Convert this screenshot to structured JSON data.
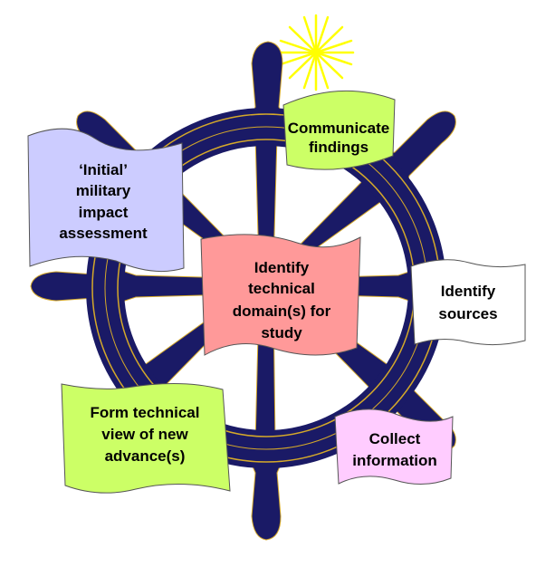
{
  "diagram": {
    "colors": {
      "wheel": "#1a1a66",
      "wheel_line": "#d4a82a",
      "flag_outline": "#555555",
      "star": "#ffff00",
      "star_stroke": "#e6d200"
    },
    "flags": [
      {
        "id": "communicate",
        "lines": [
          "Communicate",
          "findings"
        ],
        "color": "#ccff66"
      },
      {
        "id": "impact",
        "lines": [
          "‘Initial’",
          "military",
          "impact",
          "assessment"
        ],
        "color": "#ccccff"
      },
      {
        "id": "domain",
        "lines": [
          "Identify",
          "technical",
          "domain(s) for",
          "study"
        ],
        "color": "#ff9999"
      },
      {
        "id": "sources",
        "lines": [
          "Identify",
          "sources"
        ],
        "color": "#ffffff"
      },
      {
        "id": "technical-view",
        "lines": [
          "Form technical",
          "view of new",
          "advance(s)"
        ],
        "color": "#ccff66"
      },
      {
        "id": "collect",
        "lines": [
          "Collect",
          "information"
        ],
        "color": "#ffccff"
      }
    ]
  }
}
